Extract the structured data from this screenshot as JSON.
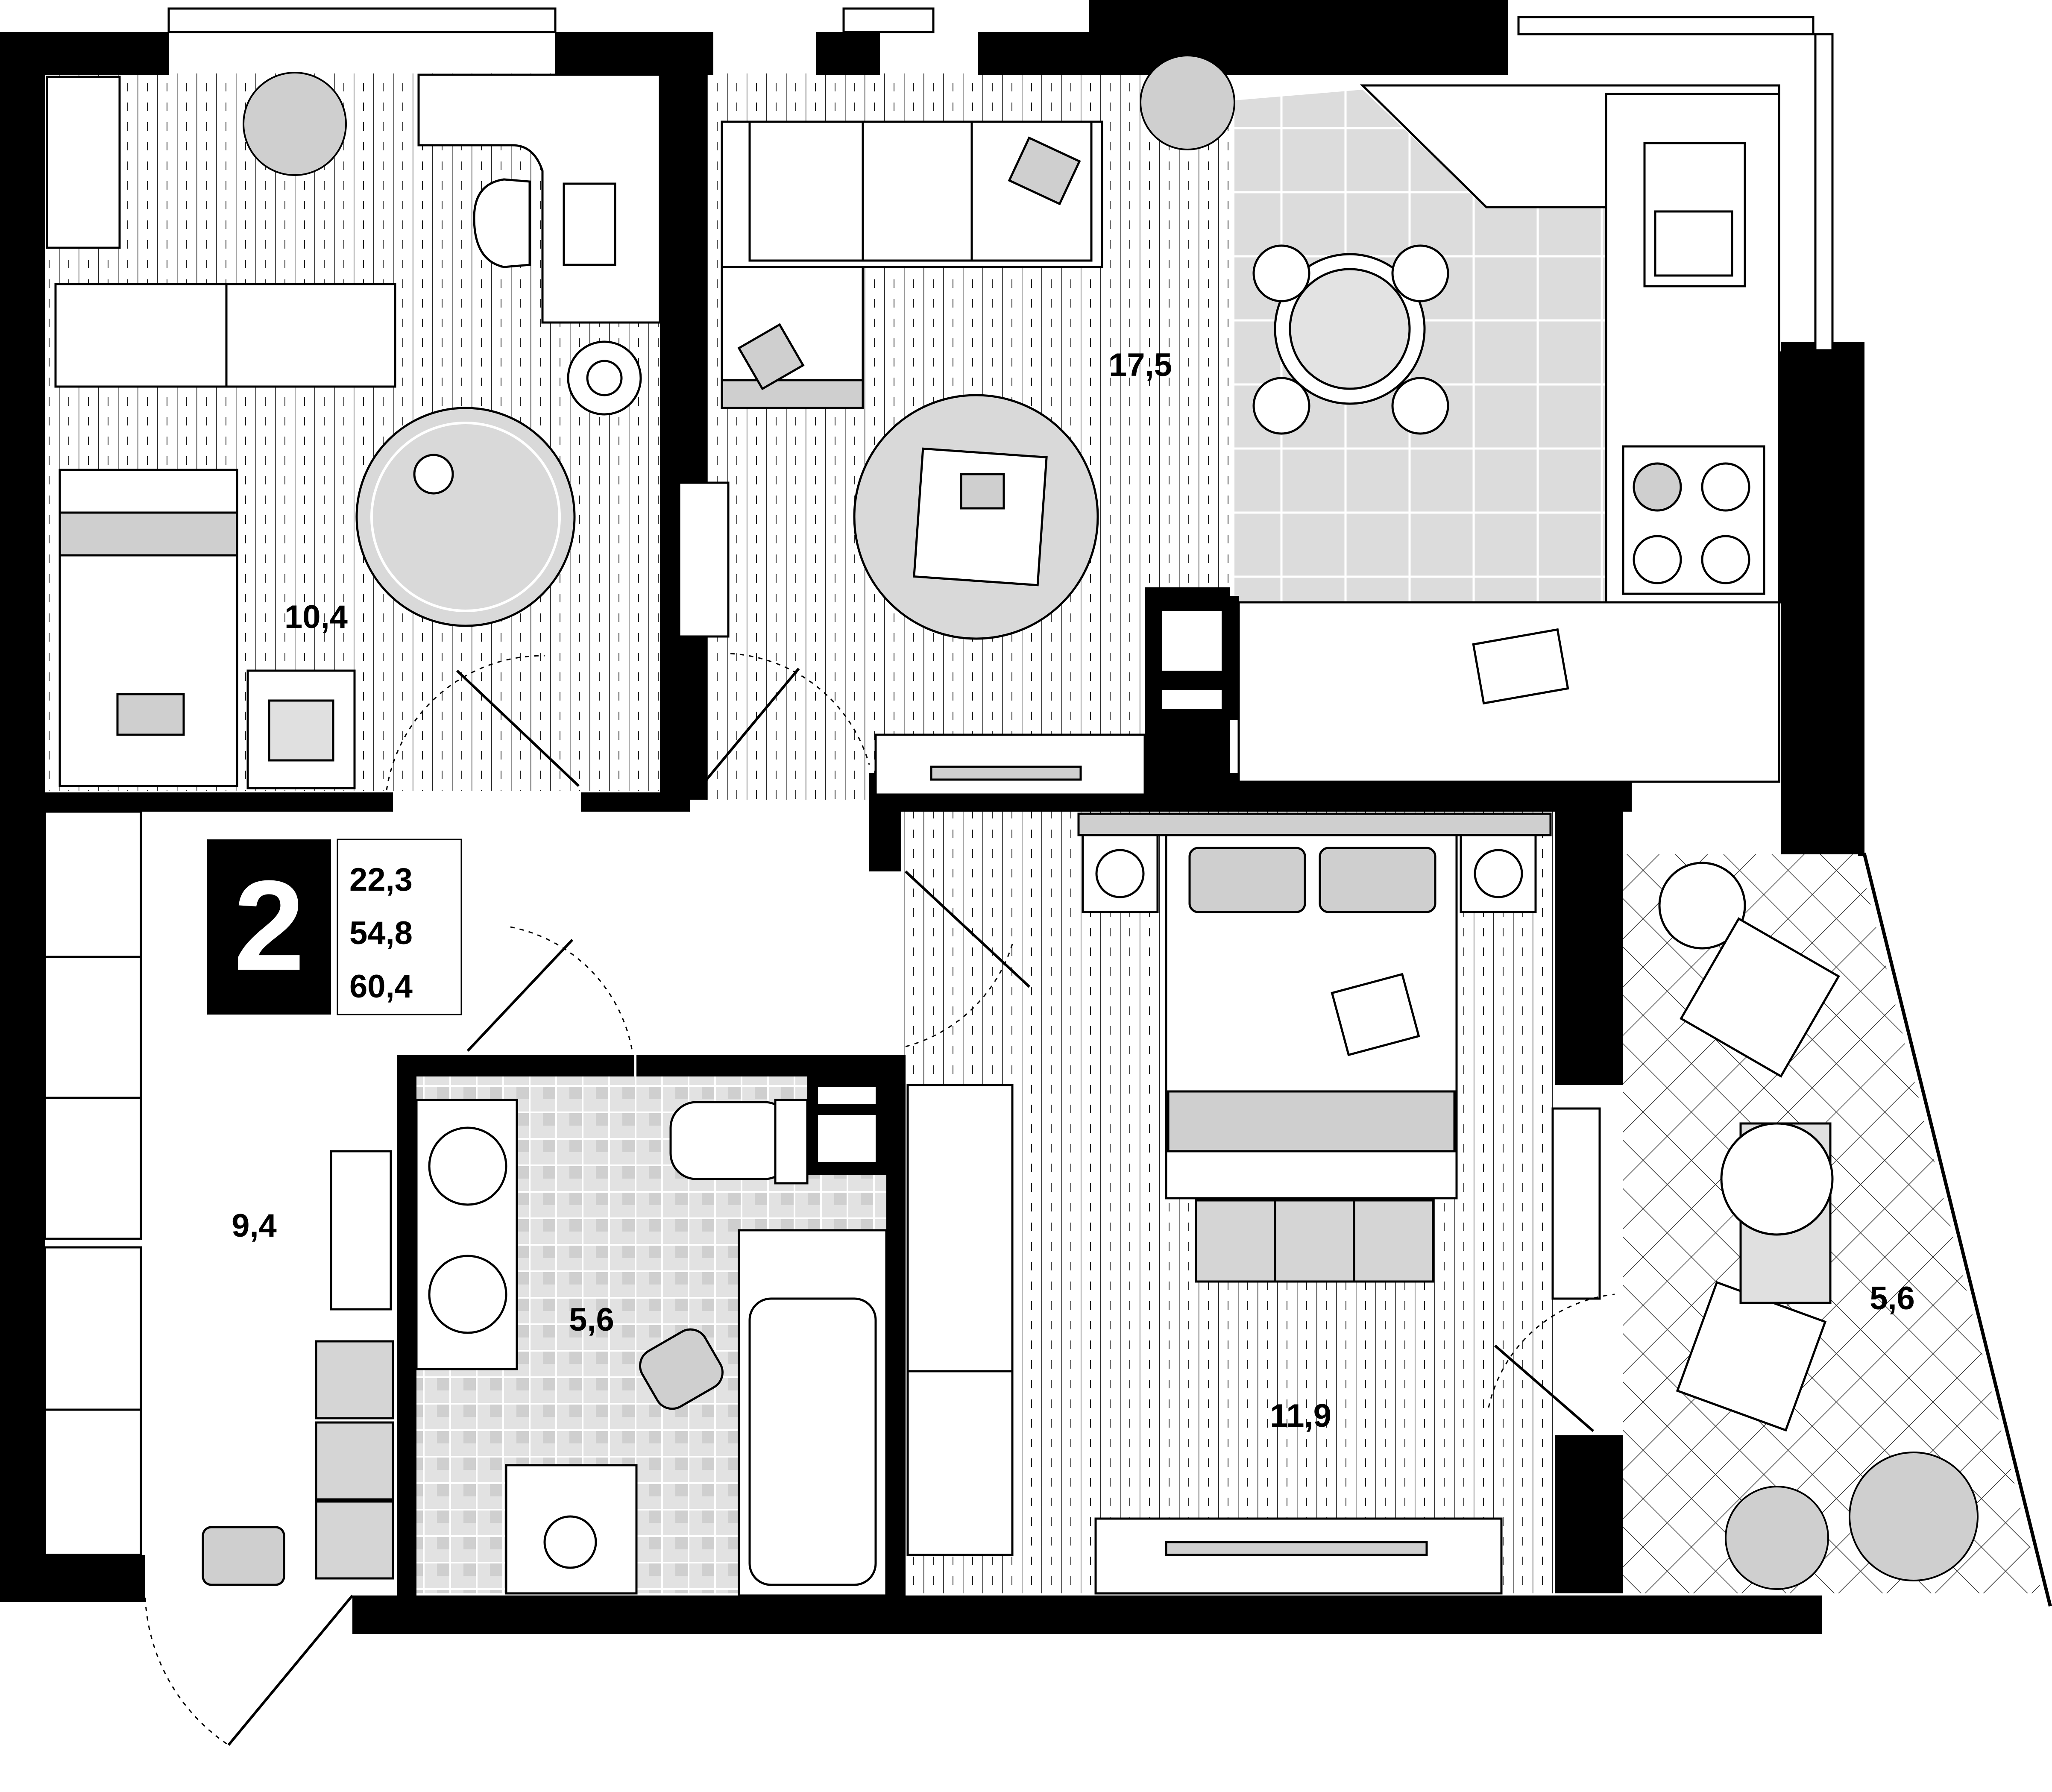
{
  "apartment": {
    "rooms_count": "2",
    "areas": {
      "living": "22,3",
      "usable": "54,8",
      "total": "60,4"
    }
  },
  "rooms": [
    {
      "id": "bedroom-small",
      "area": "10,4"
    },
    {
      "id": "living-kitchen",
      "area": "17,5"
    },
    {
      "id": "hallway",
      "area": "9,4"
    },
    {
      "id": "bathroom",
      "area": "5,6"
    },
    {
      "id": "bedroom-main",
      "area": "11,9"
    },
    {
      "id": "balcony",
      "area": "5,6"
    }
  ],
  "colors": {
    "wall": "#000000",
    "floor_tile": "#dcdcdc",
    "rug": "#d9d9d9",
    "furniture_fill": "#cfcfcf",
    "line": "#000000"
  }
}
